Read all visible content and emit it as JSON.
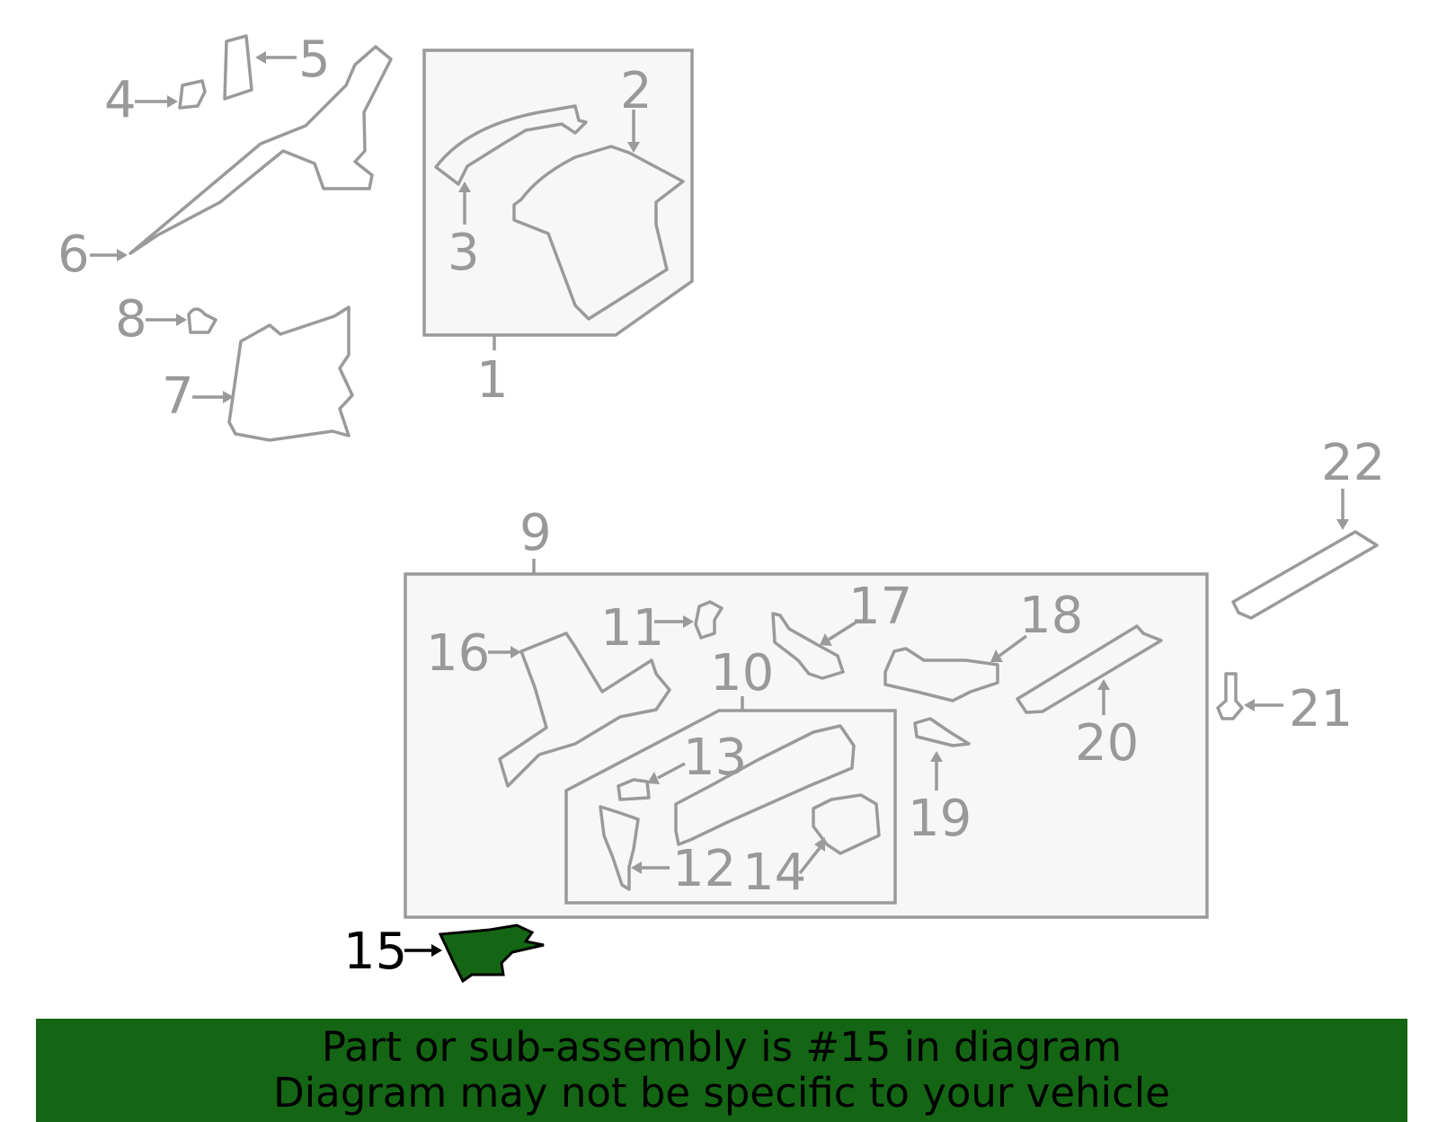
{
  "callouts": {
    "c1": "1",
    "c2": "2",
    "c3": "3",
    "c4": "4",
    "c5": "5",
    "c6": "6",
    "c7": "7",
    "c8": "8",
    "c9": "9",
    "c10": "10",
    "c11": "11",
    "c12": "12",
    "c13": "13",
    "c14": "14",
    "c15": "15",
    "c16": "16",
    "c17": "17",
    "c18": "18",
    "c19": "19",
    "c20": "20",
    "c21": "21",
    "c22": "22"
  },
  "highlight": {
    "part_number": "15",
    "color": "#146614"
  },
  "banner": {
    "line1": "Part or sub-assembly is #15 in diagram",
    "line2": "Diagram may not be specific to your vehicle",
    "background": "#146614"
  }
}
